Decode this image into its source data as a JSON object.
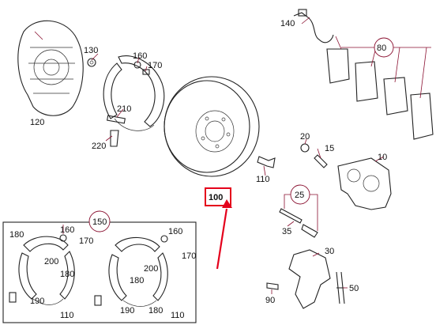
{
  "labels": {
    "p10": "10",
    "p15": "15",
    "p20": "20",
    "p25": "25",
    "p30": "30",
    "p35": "35",
    "p50": "50",
    "p80": "80",
    "p90": "90",
    "p100": "100",
    "p110a": "110",
    "p110b": "110",
    "p110c": "110",
    "p120": "120",
    "p130": "130",
    "p140": "140",
    "p150": "150",
    "p160a": "160",
    "p160b": "160",
    "p160c": "160",
    "p170a": "170",
    "p170b": "170",
    "p170c": "170",
    "p180a": "180",
    "p180b": "180",
    "p180c": "180",
    "p180d": "180",
    "p190a": "190",
    "p190b": "190",
    "p200a": "200",
    "p200b": "200",
    "p210": "210",
    "p220": "220"
  },
  "colors": {
    "highlight": "#e4001b",
    "leader": "#8a1030",
    "line": "#222222"
  }
}
